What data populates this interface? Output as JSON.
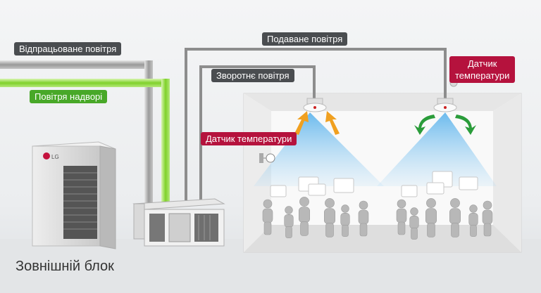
{
  "labels": {
    "exhaust_air": "Відпрацьоване повітря",
    "outdoor_air": "Повітря надворі",
    "supply_air": "Подаване повітря",
    "return_air": "Зворотнє повітря",
    "temp_sensor_duct": "Датчик температури",
    "temp_sensor_room_line1": "Датчик",
    "temp_sensor_room_line2": "температури",
    "outdoor_unit": "Зовнішній блок"
  },
  "unit": {
    "brand": "LG"
  },
  "colors": {
    "exhaust_label": "#4a4d50",
    "outdoor_label": "#48a828",
    "sensor_label": "#b5123d",
    "supply_arrow": "#2a9c3a",
    "return_arrow": "#f0a020"
  }
}
